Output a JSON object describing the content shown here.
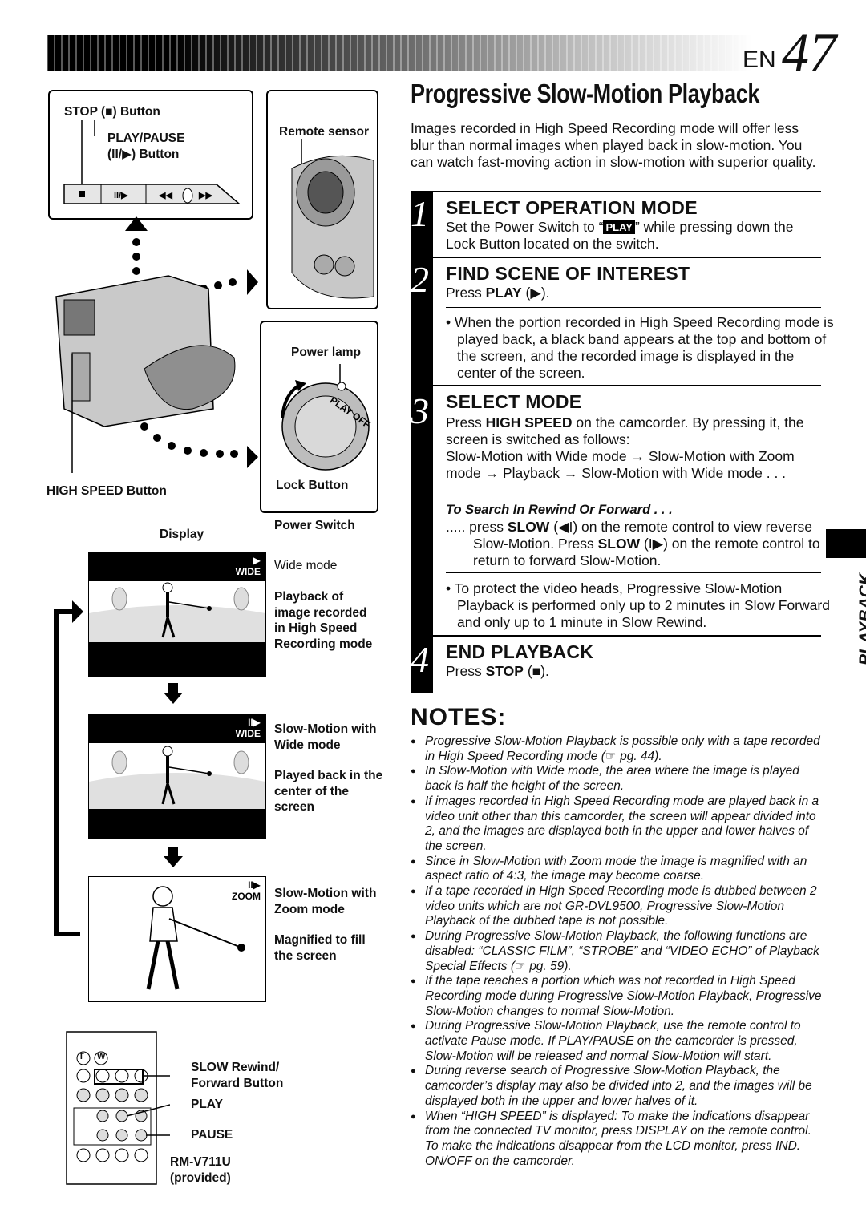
{
  "header": {
    "page_prefix": "EN",
    "page_number": "47"
  },
  "title": "Progressive Slow-Motion Playback",
  "intro": "Images recorded in High Speed Recording mode will offer less blur than normal images when played back in slow-motion. You can watch fast-moving action in slow-motion with superior quality.",
  "steps": [
    {
      "num": "1",
      "heading": "SELECT OPERATION MODE",
      "text_a": "Set the Power Switch to “",
      "badge": "PLAY",
      "text_b": "” while pressing down the Lock Button located on the switch."
    },
    {
      "num": "2",
      "heading": "FIND SCENE OF INTEREST",
      "text_pre": "Press ",
      "text_bold": "PLAY",
      "text_post": " (▶).",
      "bullet": "• When the portion recorded in High Speed Recording mode is played back, a black band appears at the top and bottom of the screen, and the recorded image is displayed in the center of the screen."
    },
    {
      "num": "3",
      "heading": "SELECT MODE",
      "text_pre": "Press ",
      "text_bold": "HIGH SPEED",
      "text_post": " on the camcorder. By pressing it, the screen is switched as follows:",
      "sequence": "Slow-Motion with Wide mode → Slow-Motion with Zoom mode → Playback → Slow-Motion with Wide mode . . .",
      "subheading": "To Search In Rewind Or Forward . . .",
      "search_a": "..... press ",
      "search_b": "SLOW",
      "search_c": " (◀I) on the remote control to view reverse Slow-Motion. Press ",
      "search_d": "SLOW",
      "search_e": " (I▶) on the remote control to return to forward Slow-Motion.",
      "bullet": "• To protect the video heads, Progressive Slow-Motion Playback is performed only up to 2 minutes in Slow Forward and only up to 1 minute in Slow Rewind."
    },
    {
      "num": "4",
      "heading": "END PLAYBACK",
      "text_pre": "Press ",
      "text_bold": "STOP",
      "text_post": " (■)."
    }
  ],
  "notes_heading": "NOTES:",
  "notes": [
    "Progressive Slow-Motion Playback is possible only with a tape recorded in High Speed Recording mode (☞ pg. 44).",
    "In Slow-Motion with Wide mode, the area where the image is played back is half the height of the screen.",
    "If images recorded in High Speed Recording mode are played back in a video unit other than this camcorder, the screen will appear divided into 2, and the images are displayed both in the upper and lower halves of the screen.",
    "Since in Slow-Motion with Zoom mode the image is magnified with an aspect ratio of 4:3, the image may become coarse.",
    "If a tape recorded in High Speed Recording mode is dubbed between 2 video units which are not GR-DVL9500, Progressive Slow-Motion Playback of the dubbed tape is not possible.",
    "During Progressive Slow-Motion Playback, the following functions are disabled: “CLASSIC FILM”, “STROBE” and “VIDEO ECHO” of Playback Special Effects (☞ pg. 59).",
    "If the tape reaches a portion which was not recorded in High Speed Recording mode during Progressive Slow-Motion Playback, Progressive Slow-Motion changes to normal Slow-Motion.",
    "During Progressive Slow-Motion Playback, use the remote control to activate Pause mode. If PLAY/PAUSE on the camcorder is pressed, Slow-Motion will be released and normal Slow-Motion will start.",
    "During reverse search of Progressive Slow-Motion Playback, the camcorder’s display may also be divided into 2, and the images will be displayed both in the upper and lower halves of it.",
    "When “HIGH SPEED” is displayed: To make the indications disappear from the connected TV monitor, press DISPLAY on the remote control. To make the indications disappear from the LCD monitor, press IND. ON/OFF on the camcorder."
  ],
  "side_tab": "PLAYBACK",
  "diagram": {
    "stop_button": "STOP (■) Button",
    "play_pause_1": "PLAY/PAUSE",
    "play_pause_2": "(II/▶) Button",
    "remote_sensor": "Remote sensor",
    "power_lamp": "Power lamp",
    "high_speed_button": "HIGH SPEED Button",
    "lock_button": "Lock Button",
    "power_switch": "Power Switch",
    "display": "Display",
    "dial_text": "PLAY OFF",
    "screens": [
      {
        "tag_icon": "▶",
        "tag": "WIDE",
        "label_1": "Wide mode",
        "label_2": "Playback of image recorded in High Speed Recording mode"
      },
      {
        "tag_icon": "II▶",
        "tag": "WIDE",
        "label_1": "Slow-Motion with Wide mode",
        "label_2": "Played back in the center of the screen"
      },
      {
        "tag_icon": "II▶",
        "tag": "ZOOM",
        "label_1": "Slow-Motion with Zoom mode",
        "label_2": "Magnified to fill the screen"
      }
    ],
    "remote": {
      "btn_t": "T",
      "btn_w": "W",
      "slow": "SLOW Rewind/ Forward Button",
      "play": "PLAY",
      "pause": "PAUSE",
      "model": "RM-V711U (provided)"
    }
  }
}
